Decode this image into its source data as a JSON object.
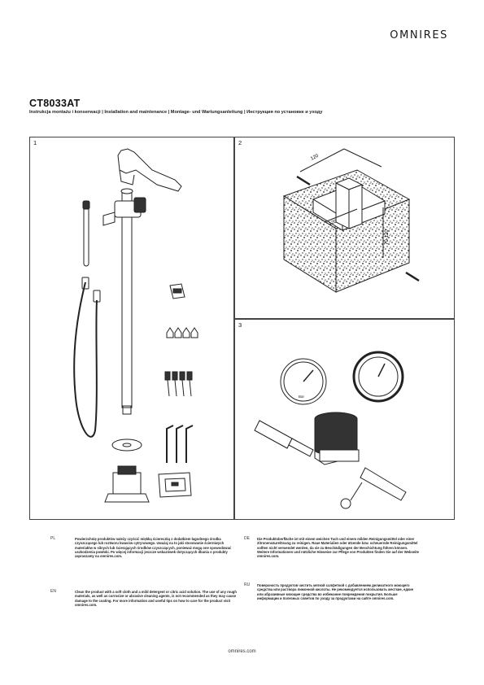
{
  "header": {
    "brand": "OMNIRES",
    "model": "CT8033AT",
    "subtitle": "Instrukcja montażu i konserwacji | Installation and maintenance | Montage- und Wartungsanleitung | Инструкция по установке и уходу"
  },
  "panels": {
    "panel1_number": "1",
    "panel2_number": "2",
    "panel3_number": "3"
  },
  "diagram": {
    "dim_top": "120",
    "dim_side": "120",
    "dim_depth": "70-120",
    "gauge_label": "Bar"
  },
  "instructions": {
    "pl": {
      "code": "PL",
      "text": "Powierzchnię produktów należy czyścić miękką ściereczką z dodatkiem łagodnego środka czyszczącego lub roztworu kwasów cytrynowego. Uważaj na to jaki stosowanie ścierniwych materiałów w silnych lub ścierających środków czyszczących, ponieważ mogą one spowodować uszkodzenia powłoki. Po więcej informacji jeszcze wskazówek dotyczących dbania o produkty zapraszamy na omnires.com."
    },
    "en": {
      "code": "EN",
      "text": "Clean the product with a soft cloth and a mild detergent or citric acid solution. The use of any rough materials, as well as corrosive or abrasive cleaning agents, is not recommended as they may cause damage to the coating. For more information and useful tips on how to care for the product visit omnires.com."
    },
    "de": {
      "code": "DE",
      "text": "Die Produktoberfläche ist mit einem weichen Tuch und einem milden Reinigungsmittel oder einer Zitronensäurelösung zu reinigen. Raue Materialien oder ätzende bzw. scheuernde Reinigungsmittel sollten nicht verwendet werden, da sie zu Beschädigungen der Beschichtung führen können. Weitere Informationen und nützliche Hinweise zur Pflege von Produkten finden Sie auf der Webseite omnires.com."
    },
    "ru": {
      "code": "RU",
      "text": "Поверхность продуктов чистить мягкой салфеткой с добавлением деликатного моющего средства или раствора лимонной кислоты. Не рекомендуется использовать жесткие, едкие или абразивные моющие средства во избежание повреждения покрытия. Больше информации и полезных советов по уходу за продуктами на сайте omnires.com."
    }
  },
  "footer": {
    "url": "omnires.com"
  }
}
